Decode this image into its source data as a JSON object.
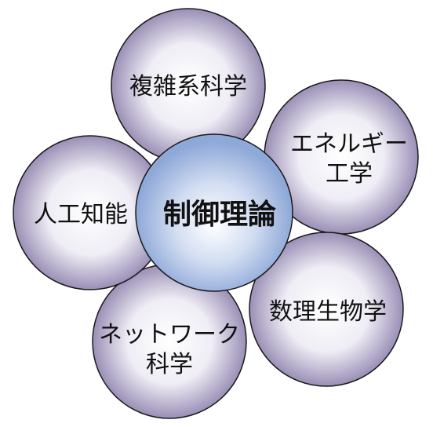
{
  "center": {
    "label": "制御理論"
  },
  "petals": [
    {
      "id": "complex-systems",
      "lines": [
        "複雑系科学"
      ]
    },
    {
      "id": "energy-engineering",
      "lines": [
        "エネルギー",
        "工学"
      ]
    },
    {
      "id": "mathematical-biology",
      "lines": [
        "数理生物学"
      ]
    },
    {
      "id": "network-science",
      "lines": [
        "ネットワーク",
        "科学"
      ]
    },
    {
      "id": "artificial-intelligence",
      "lines": [
        "人工知能"
      ]
    }
  ],
  "colors": {
    "petal_edge": "#9a8fb6",
    "petal_highlight": "#ffffff",
    "center_edge": "#8ea8d8",
    "center_highlight": "#ffffff",
    "stroke": "#1a1a1a"
  }
}
